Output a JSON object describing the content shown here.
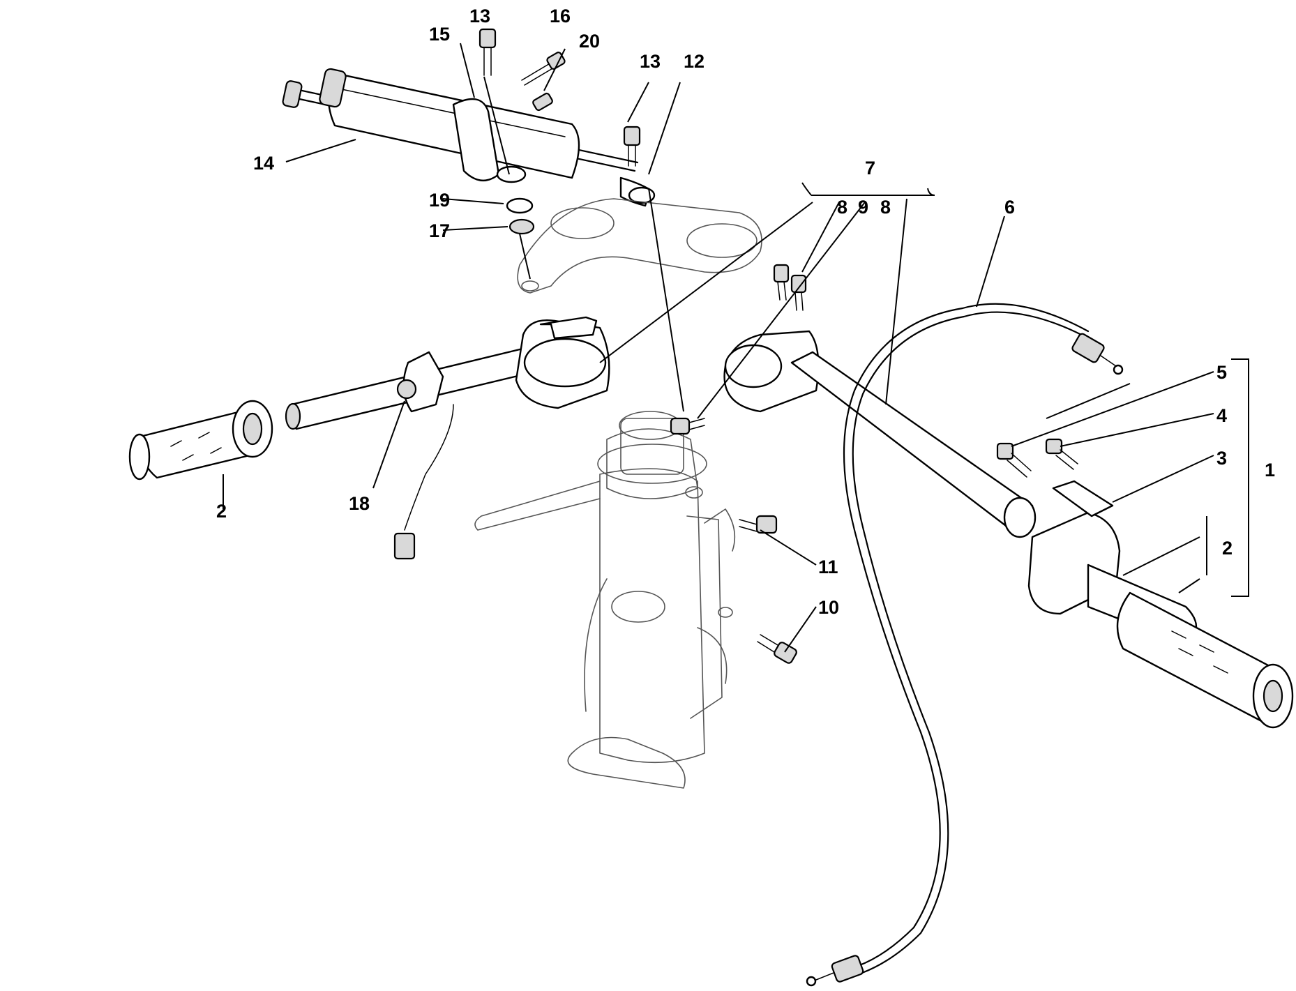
{
  "diagram": {
    "callouts": {
      "c13a": "13",
      "c16": "16",
      "c15": "15",
      "c20": "20",
      "c13b": "13",
      "c12": "12",
      "c14": "14",
      "c19": "19",
      "c17": "17",
      "c7": "7",
      "c8a": "8",
      "c9": "9",
      "c8b": "8",
      "c6": "6",
      "c5": "5",
      "c4": "4",
      "c3": "3",
      "c1": "1",
      "c2r": "2",
      "c2l": "2",
      "c18": "18",
      "c11": "11",
      "c10": "10"
    }
  }
}
